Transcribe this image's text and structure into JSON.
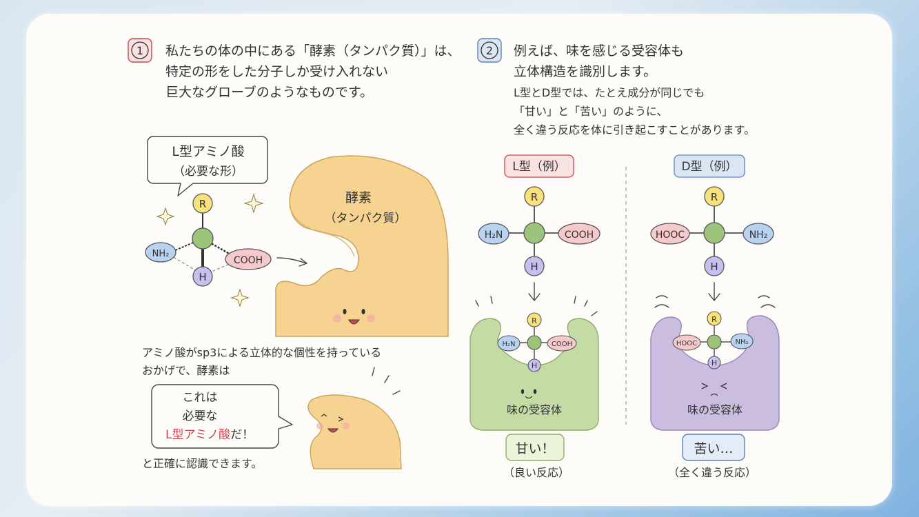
{
  "section1": {
    "number": "1",
    "lines": [
      "私たちの体の中にある「酵素（タンパク質）」は、",
      "特定の形をした分子しか受け入れない",
      "巨大なグローブのようなものです。"
    ]
  },
  "section2": {
    "number": "2",
    "lines": [
      "例えば、味を感じる受容体も",
      "立体構造を識別します。"
    ],
    "sublines": [
      "L型とD型では、たとえ成分が同じでも",
      "「甘い」と「苦い」のように、",
      "全く違う反応を体に引き起こすことがあります。"
    ]
  },
  "left_panel": {
    "bubble_title": "L型アミノ酸",
    "bubble_subtitle": "（必要な形）",
    "molecule": {
      "r": "R",
      "nh2": "NH₂",
      "cooh": "COOH",
      "h": "H"
    },
    "enzyme_label": "酵素",
    "enzyme_sublabel": "（タンパク質）",
    "text_lines": [
      "アミノ酸がsp3による立体的な個性を持っている",
      "おかげで、酵素は"
    ],
    "speech_lines": [
      "これは",
      "必要な"
    ],
    "speech_highlight": "L型アミノ酸",
    "speech_suffix": "だ！",
    "closing_text": "と正確に認識できます。"
  },
  "l_column": {
    "tag": "L型（例）",
    "molecule": {
      "r": "R",
      "left": "H₂N",
      "right": "COOH",
      "h": "H"
    },
    "receptor_label": "味の受容体",
    "taste": "甘い！",
    "reaction": "（良い反応）"
  },
  "d_column": {
    "tag": "D型（例）",
    "molecule": {
      "r": "R",
      "left": "HOOC",
      "right": "NH₂",
      "h": "H"
    },
    "receptor_label": "味の受容体",
    "taste": "苦い…",
    "reaction": "（全く違う反応）"
  },
  "colors": {
    "red_accent": "#c9474f",
    "blue_accent": "#5c82b8",
    "enzyme_fill": "#f7d391",
    "receptor_green": "#c5dba6",
    "receptor_purple": "#cbbde0",
    "atom_center": "#9cc47a",
    "atom_r": "#f8e27c",
    "atom_h": "#c8bfee",
    "atom_nh2": "#b9d2ef",
    "atom_cooh": "#f6c9cc"
  }
}
